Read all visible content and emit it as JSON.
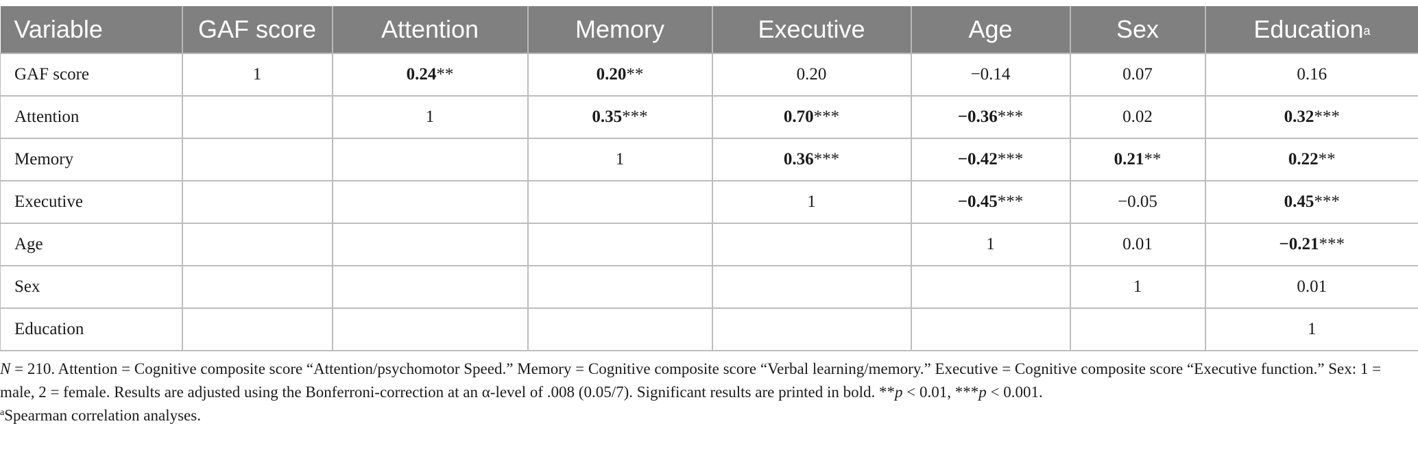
{
  "table": {
    "headers": [
      "Variable",
      "GAF score",
      "Attention",
      "Memory",
      "Executive",
      "Age",
      "Sex",
      "Education"
    ],
    "header_superscript": "a",
    "rows": [
      {
        "label": "GAF score",
        "cells": [
          {
            "text": "1",
            "bold": false
          },
          {
            "text": "0.24**",
            "bold": true
          },
          {
            "text": "0.20**",
            "bold": true
          },
          {
            "text": "0.20",
            "bold": false
          },
          {
            "text": "−0.14",
            "bold": false
          },
          {
            "text": "0.07",
            "bold": false
          },
          {
            "text": "0.16",
            "bold": false
          }
        ]
      },
      {
        "label": "Attention",
        "cells": [
          {
            "text": "",
            "bold": false
          },
          {
            "text": "1",
            "bold": false
          },
          {
            "text": "0.35***",
            "bold": true
          },
          {
            "text": "0.70***",
            "bold": true
          },
          {
            "text": "−0.36***",
            "bold": true
          },
          {
            "text": "0.02",
            "bold": false
          },
          {
            "text": "0.32***",
            "bold": true
          }
        ]
      },
      {
        "label": "Memory",
        "cells": [
          {
            "text": "",
            "bold": false
          },
          {
            "text": "",
            "bold": false
          },
          {
            "text": "1",
            "bold": false
          },
          {
            "text": "0.36***",
            "bold": true
          },
          {
            "text": "−0.42***",
            "bold": true
          },
          {
            "text": "0.21**",
            "bold": true
          },
          {
            "text": "0.22**",
            "bold": true
          }
        ]
      },
      {
        "label": "Executive",
        "cells": [
          {
            "text": "",
            "bold": false
          },
          {
            "text": "",
            "bold": false
          },
          {
            "text": "",
            "bold": false
          },
          {
            "text": "1",
            "bold": false
          },
          {
            "text": "−0.45***",
            "bold": true
          },
          {
            "text": "−0.05",
            "bold": false
          },
          {
            "text": "0.45***",
            "bold": true
          }
        ]
      },
      {
        "label": "Age",
        "cells": [
          {
            "text": "",
            "bold": false
          },
          {
            "text": "",
            "bold": false
          },
          {
            "text": "",
            "bold": false
          },
          {
            "text": "",
            "bold": false
          },
          {
            "text": "1",
            "bold": false
          },
          {
            "text": "0.01",
            "bold": false
          },
          {
            "text": "−0.21***",
            "bold": true
          }
        ]
      },
      {
        "label": "Sex",
        "cells": [
          {
            "text": "",
            "bold": false
          },
          {
            "text": "",
            "bold": false
          },
          {
            "text": "",
            "bold": false
          },
          {
            "text": "",
            "bold": false
          },
          {
            "text": "",
            "bold": false
          },
          {
            "text": "1",
            "bold": false
          },
          {
            "text": "0.01",
            "bold": false
          }
        ]
      },
      {
        "label": "Education",
        "cells": [
          {
            "text": "",
            "bold": false
          },
          {
            "text": "",
            "bold": false
          },
          {
            "text": "",
            "bold": false
          },
          {
            "text": "",
            "bold": false
          },
          {
            "text": "",
            "bold": false
          },
          {
            "text": "",
            "bold": false
          },
          {
            "text": "1",
            "bold": false
          }
        ]
      }
    ]
  },
  "notes": {
    "main_n": "N",
    "main_rest": " = 210. Attention = Cognitive composite score “Attention/psychomotor Speed.” Memory = Cognitive composite score “Verbal learning/memory.” Executive = Cognitive composite score “Executive function.” Sex: 1 = male, 2 = female. Results are adjusted using the Bonferroni-correction at an α-level of .008 (0.05/7). Significant results are printed in bold. **",
    "p1": "p",
    "p1_rest": " < 0.01, ***",
    "p2": "p",
    "p2_rest": " < 0.001.",
    "footnote_mark": "a",
    "footnote_text": "Spearman correlation analyses."
  },
  "colors": {
    "header_bg": "#808080",
    "header_text": "#ffffff",
    "grid": "#bdbdbd"
  }
}
